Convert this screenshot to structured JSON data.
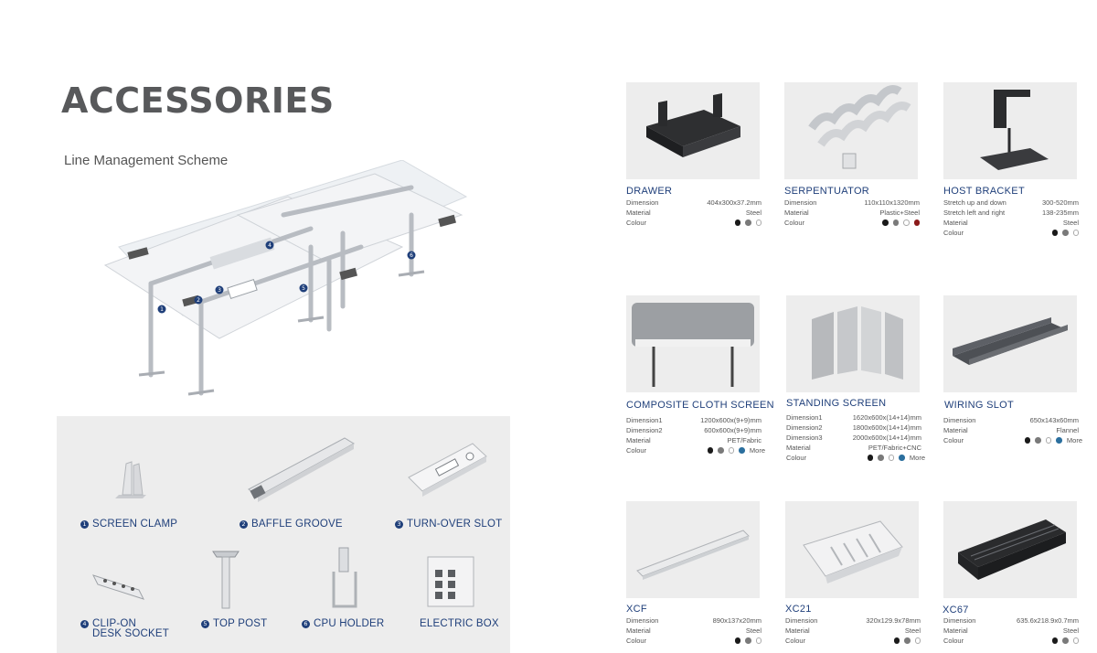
{
  "header": {
    "title": "ACCESSORIES",
    "subtitle": "Line Management Scheme"
  },
  "hero_markers": [
    "1",
    "2",
    "3",
    "4",
    "5",
    "6"
  ],
  "accessories": [
    {
      "num": "1",
      "label": "SCREEN CLAMP"
    },
    {
      "num": "2",
      "label": "BAFFLE GROOVE"
    },
    {
      "num": "3",
      "label": "TURN-OVER SLOT"
    },
    {
      "num": "4",
      "label": "CLIP-ON",
      "label2": "DESK SOCKET"
    },
    {
      "num": "5",
      "label": "TOP POST"
    },
    {
      "num": "6",
      "label": "CPU HOLDER"
    },
    {
      "num": "",
      "label": "ELECTRIC BOX"
    }
  ],
  "products": [
    {
      "name": "DRAWER",
      "specs": [
        [
          "Dimension",
          "404x300x37.2mm"
        ],
        [
          "Material",
          "Steel"
        ],
        [
          "Colour",
          ""
        ]
      ],
      "colors": [
        "#1a1a1a",
        "#7a7a7a",
        "#ffffff"
      ],
      "more": ""
    },
    {
      "name": "SERPENTUATOR",
      "specs": [
        [
          "Dimension",
          "110x110x1320mm"
        ],
        [
          "Material",
          "Plastic+Steel"
        ],
        [
          "Colour",
          ""
        ]
      ],
      "colors": [
        "#1a1a1a",
        "#7a7a7a",
        "#ffffff",
        "#8b1a1a"
      ],
      "more": ""
    },
    {
      "name": "HOST BRACKET",
      "specs": [
        [
          "Stretch up and down",
          "300-520mm"
        ],
        [
          "Stretch left and right",
          "138-235mm"
        ],
        [
          "Material",
          "Steel"
        ],
        [
          "Colour",
          ""
        ]
      ],
      "colors": [
        "#1a1a1a",
        "#7a7a7a",
        "#ffffff"
      ],
      "more": ""
    },
    {
      "name": "COMPOSITE CLOTH SCREEN",
      "specs": [
        [
          "Dimension1",
          "1200x600x(9+9)mm"
        ],
        [
          "Dimension2",
          "600x600x(9+9)mm"
        ],
        [
          "Material",
          "PET/Fabric"
        ],
        [
          "Colour",
          ""
        ]
      ],
      "colors": [
        "#1a1a1a",
        "#7a7a7a",
        "#ffffff",
        "#2b6f9e"
      ],
      "more": "More"
    },
    {
      "name": "STANDING SCREEN",
      "specs": [
        [
          "Dimension1",
          "1620x600x(14+14)mm"
        ],
        [
          "Dimension2",
          "1800x600x(14+14)mm"
        ],
        [
          "Dimension3",
          "2000x600x(14+14)mm"
        ],
        [
          "Material",
          "PET/Fabric+CNC"
        ],
        [
          "Colour",
          ""
        ]
      ],
      "colors": [
        "#1a1a1a",
        "#7a7a7a",
        "#ffffff",
        "#2b6f9e"
      ],
      "more": "More"
    },
    {
      "name": "WIRING SLOT",
      "specs": [
        [
          "Dimension",
          "650x143x60mm"
        ],
        [
          "Material",
          "Flannel"
        ],
        [
          "Colour",
          ""
        ]
      ],
      "colors": [
        "#1a1a1a",
        "#7a7a7a",
        "#ffffff",
        "#2b6f9e"
      ],
      "more": "More"
    },
    {
      "name": "XCF",
      "specs": [
        [
          "Dimension",
          "890x137x20mm"
        ],
        [
          "Material",
          "Steel"
        ],
        [
          "Colour",
          ""
        ]
      ],
      "colors": [
        "#1a1a1a",
        "#7a7a7a",
        "#ffffff"
      ],
      "more": ""
    },
    {
      "name": "XC21",
      "specs": [
        [
          "Dimension",
          "320x129.9x78mm"
        ],
        [
          "Material",
          "Steel"
        ],
        [
          "Colour",
          ""
        ]
      ],
      "colors": [
        "#1a1a1a",
        "#7a7a7a",
        "#ffffff"
      ],
      "more": ""
    },
    {
      "name": "XC67",
      "specs": [
        [
          "Dimension",
          "635.6x218.9x0.7mm"
        ],
        [
          "Material",
          "Steel"
        ],
        [
          "Colour",
          ""
        ]
      ],
      "colors": [
        "#1a1a1a",
        "#7a7a7a",
        "#ffffff"
      ],
      "more": ""
    }
  ]
}
